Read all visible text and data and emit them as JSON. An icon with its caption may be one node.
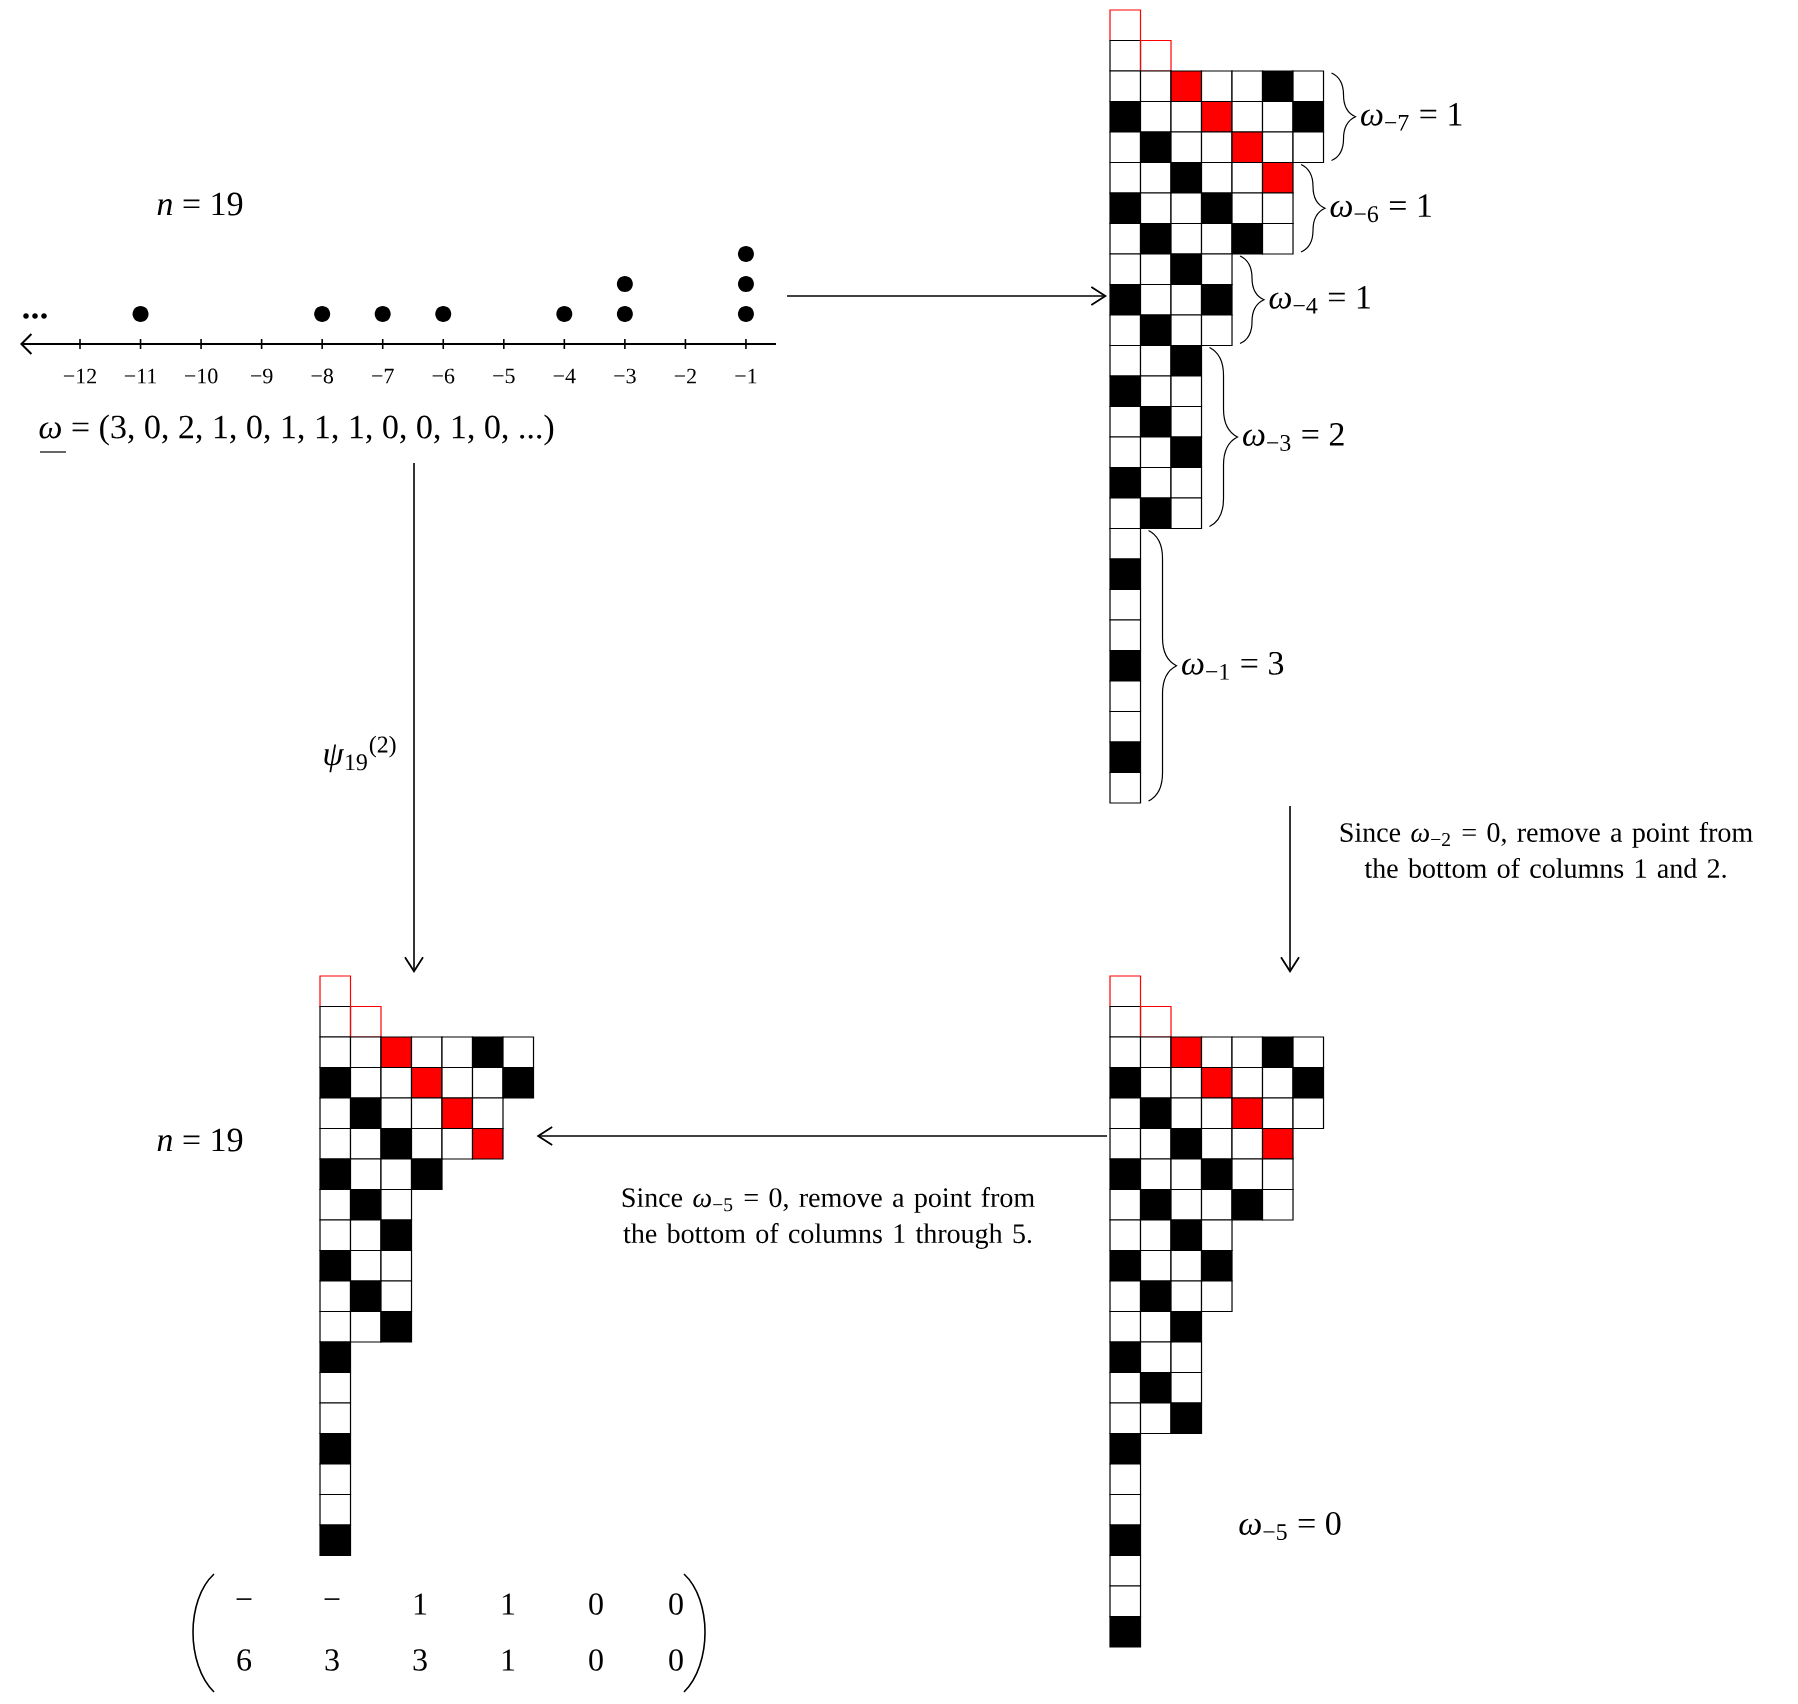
{
  "diagram": {
    "nodes": [
      {
        "text": [
          "*n* = 19",
          "−12",
          "−11",
          "−10",
          "−9",
          "−8",
          "−7",
          "−6",
          "−5",
          "−4",
          "−3",
          "−2",
          "−1",
          "*ω* = (3, 0, 2, 1, 0, 1, 1, 1, 0, 0, 1, 0, ...)"
        ]
      },
      {
        "text": [],
        "shape": "picture"
      },
      {
        "text": [],
        "shape": "picture"
      },
      {
        "text": [],
        "shape": "picture",
        "beside": [
          "*n* = 19"
        ]
      }
    ],
    "edges": [
      {
        "from": 0,
        "to": 1,
        "arrow": "to"
      },
      {
        "from": 1,
        "to": 2,
        "arrow": "to",
        "label": "Since *ω*$_{−2}$ = 0, remove a point from the bottom of columns 1 and 2."
      },
      {
        "from": 2,
        "to": 3,
        "arrow": "to",
        "label": "Since *ω*$_{−5}$ = 0, remove a point from the bottom of columns 1 through 5."
      },
      {
        "from": 0,
        "to": 3,
        "arrow": "to",
        "label": "*ψ*$_{19}$$^{(2)}$"
      }
    ],
    "labels": [
      "*ω*$_{−7}$ = 1",
      "*ω*$_{−6}$ = 1",
      "*ω*$_{−4}$ = 1",
      "*ω*$_{−3}$ = 2",
      "*ω*$_{−1}$ = 3",
      "*ω*$_{−5}$ = 0",
      "−",
      "−",
      "1",
      "1",
      "0",
      "0",
      "6",
      "3",
      "3",
      "1",
      "0",
      "0"
    ]
  }
}
